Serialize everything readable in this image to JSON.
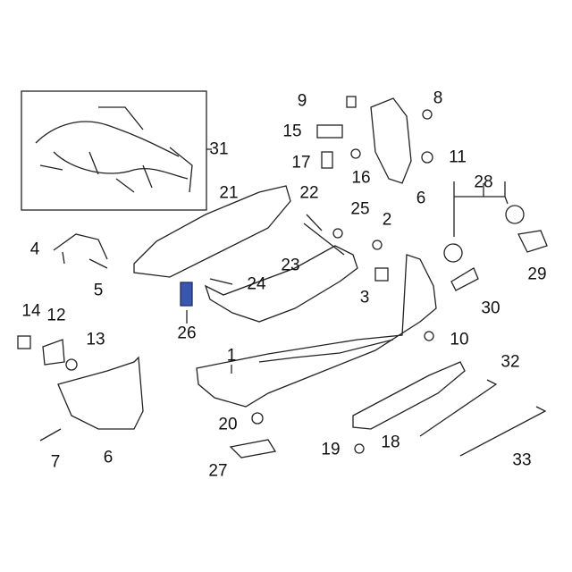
{
  "diagram": {
    "highlight_color": "#3a57b0",
    "highlighted_part": "26",
    "callouts": [
      {
        "id": "31",
        "label": "31"
      },
      {
        "id": "9",
        "label": "9"
      },
      {
        "id": "8",
        "label": "8"
      },
      {
        "id": "15",
        "label": "15"
      },
      {
        "id": "11",
        "label": "11"
      },
      {
        "id": "17",
        "label": "17"
      },
      {
        "id": "16",
        "label": "16"
      },
      {
        "id": "6a",
        "label": "6"
      },
      {
        "id": "21",
        "label": "21"
      },
      {
        "id": "22",
        "label": "22"
      },
      {
        "id": "28",
        "label": "28"
      },
      {
        "id": "25",
        "label": "25"
      },
      {
        "id": "2",
        "label": "2"
      },
      {
        "id": "4",
        "label": "4"
      },
      {
        "id": "5",
        "label": "5"
      },
      {
        "id": "24",
        "label": "24"
      },
      {
        "id": "23",
        "label": "23"
      },
      {
        "id": "3",
        "label": "3"
      },
      {
        "id": "29",
        "label": "29"
      },
      {
        "id": "30",
        "label": "30"
      },
      {
        "id": "26",
        "label": "26"
      },
      {
        "id": "14",
        "label": "14"
      },
      {
        "id": "12",
        "label": "12"
      },
      {
        "id": "13",
        "label": "13"
      },
      {
        "id": "10",
        "label": "10"
      },
      {
        "id": "1",
        "label": "1"
      },
      {
        "id": "32",
        "label": "32"
      },
      {
        "id": "20",
        "label": "20"
      },
      {
        "id": "18",
        "label": "18"
      },
      {
        "id": "19",
        "label": "19"
      },
      {
        "id": "7",
        "label": "7"
      },
      {
        "id": "6b",
        "label": "6"
      },
      {
        "id": "27",
        "label": "27"
      },
      {
        "id": "33",
        "label": "33"
      }
    ]
  }
}
